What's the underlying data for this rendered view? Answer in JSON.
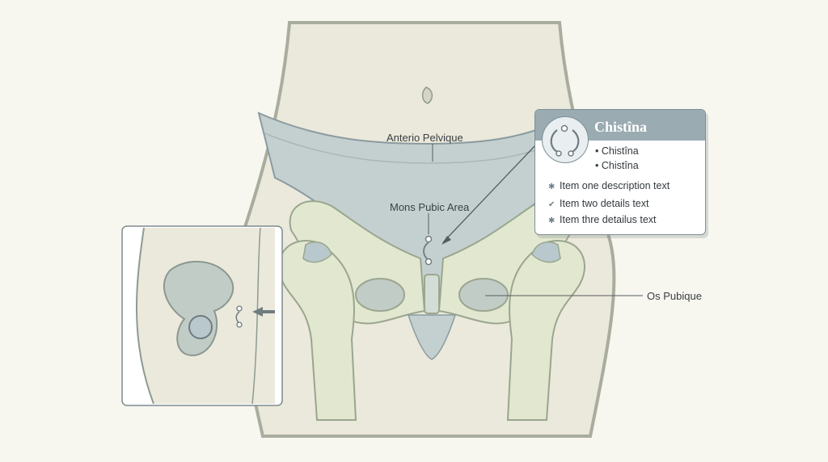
{
  "labels": {
    "anterior": "Anterio Pelvique",
    "mons": "Mons Pubic Area",
    "os": "Os Pubique"
  },
  "callout": {
    "title": "Chistîna",
    "subitems": [
      "Chistîna",
      "Chistîna"
    ],
    "items": [
      {
        "icon": "gear-icon",
        "text": "Item one description text"
      },
      {
        "icon": "check-icon",
        "text": "Item two details text"
      },
      {
        "icon": "gear-icon",
        "text": "Item thre detailus text"
      }
    ]
  },
  "colors": {
    "background": "#f7f6ef",
    "skin": "#ebe9db",
    "outline": "#8e9a92",
    "underwear": "#c4d0d0",
    "bone": "#e2e7cf",
    "cartilage": "#b9c8cc",
    "callout_header": "#9aabb2"
  }
}
